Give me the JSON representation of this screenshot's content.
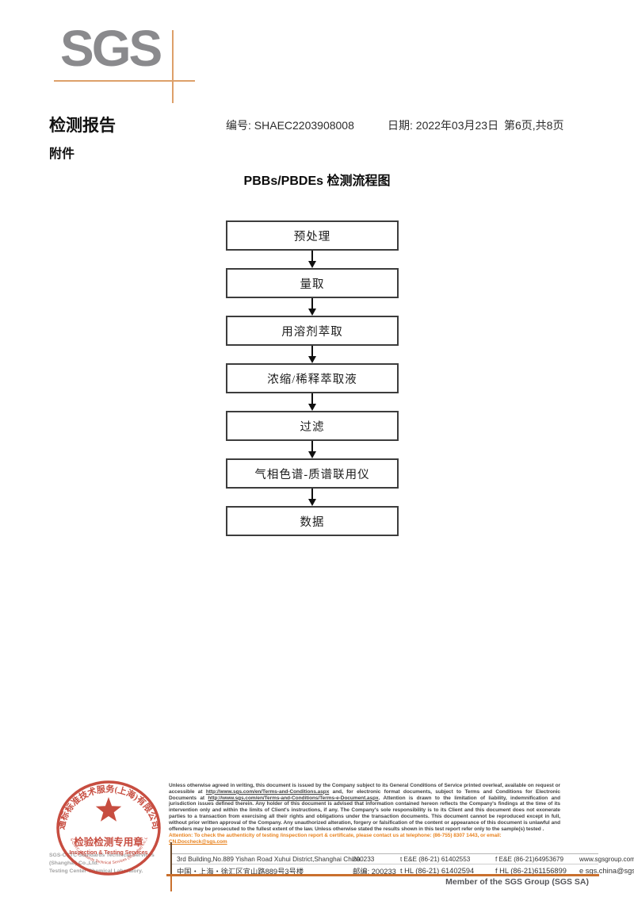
{
  "logo": {
    "text": "SGS"
  },
  "header": {
    "report_title": "检测报告",
    "report_no": "编号: SHAEC2203908008",
    "date": "日期: 2022年03月23日",
    "page_info": "第6页,共8页",
    "attachment_label": "附件"
  },
  "flowchart": {
    "title": "PBBs/PBDEs 检测流程图",
    "steps": [
      "预处理",
      "量取",
      "用溶剂萃取",
      "浓缩/稀释萃取液",
      "过滤",
      "气相色谱-质谱联用仪",
      "数据"
    ]
  },
  "legal": {
    "p1": "Unless otherwise agreed in writing, this document is issued by the Company subject to its General Conditions of Service printed overleaf, available on request or accessible at ",
    "url1": "http://www.sgs.com/en/Terms-and-Conditions.aspx",
    "p2": " and, for electronic format documents, subject to Terms and Conditions for Electronic Documents at ",
    "url2": "http://www.sgs.com/en/Terms-and-Conditions/Terms-e-Document.aspx",
    "p3": ". Attention is drawn to the limitation of liability, indemnification and jurisdiction issues defined therein. Any holder of this document is advised that information contained hereon reflects the Company's findings at the time of its intervention only and within the limits of Client's instructions, if any. The Company's sole responsibility is to its Client and this document does not exonerate parties to a transaction from exercising all their rights and obligations under the transaction documents. This document cannot be reproduced except in full, without prior written approval of the Company. Any unauthorized alteration, forgery or falsification of the content or appearance of this document is unlawful and offenders may be prosecuted to the fullest extent of the law. Unless otherwise stated the results shown in this test report refer only to the sample(s) tested .",
    "attention": "Attention: To check the authenticity of testing /inspection report & certificate, please contact us at telephone: (86-755) 8307 1443, or email: ",
    "attention_email": "CN.Doccheck@sgs.com"
  },
  "address": {
    "en": "3rd Building,No.889 Yishan Road Xuhui District,Shanghai China",
    "en_postcode": "200233",
    "tel1": "t E&E (86-21) 61402553",
    "fax1": "f E&E (86-21)64953679",
    "web": "www.sgsgroup.com.cn",
    "cn": "中国・上海・徐汇区宜山路889号3号楼",
    "cn_post": "邮编: 200233",
    "tel2": "t HL (86-21) 61402594",
    "fax2": "f HL (86-21)61156899",
    "email": "e sgs.china@sgs.com"
  },
  "stamp": {
    "arc_top": "通标标准技术服务(上海)有限公司",
    "line1": "检验检测专用章",
    "line2": "Inspection & Testing Services",
    "arc_bottom": "SGS-CSTC Standards Technical Services (Shanghai) Co.,Ltd."
  },
  "company": {
    "line1": "SGS-CSTC Standards Technical Services (Shanghai) Co.,Ltd.",
    "line2": "Testing Center-Chemical Laboratory."
  },
  "member_line": "Member of the SGS Group (SGS SA)",
  "colors": {
    "logo_gray": "#8a8a8d",
    "logo_accent": "#dda06a",
    "rule_orange": "#c9702e",
    "attention_orange": "#e8821e",
    "stamp_red": "#c23a2c"
  }
}
